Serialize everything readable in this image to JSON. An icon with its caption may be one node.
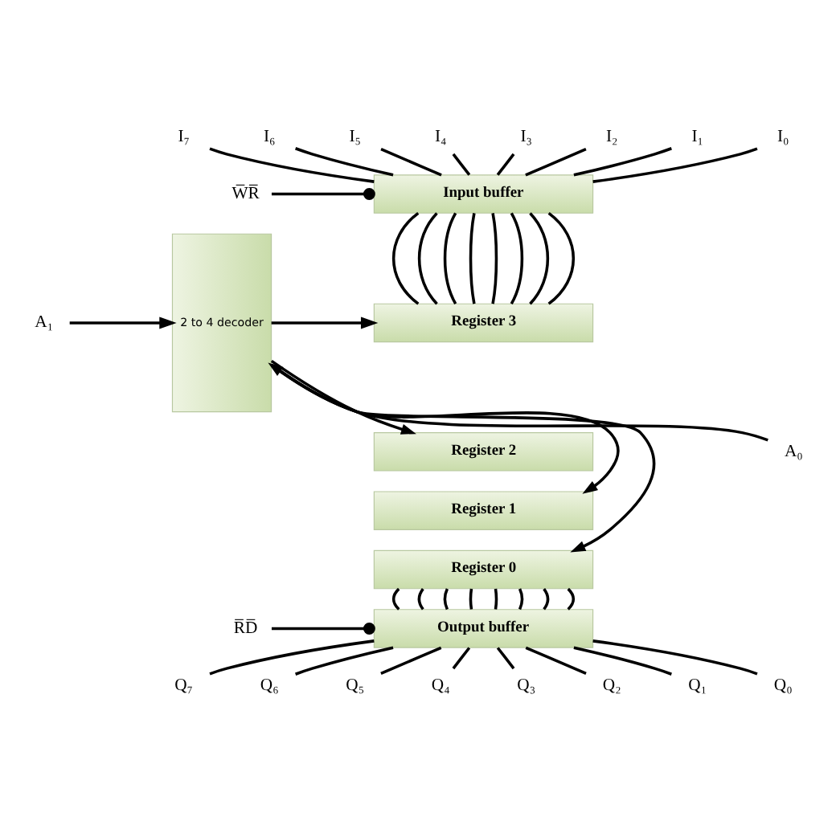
{
  "diagram": {
    "nodes": [
      {
        "text": [
          "I₇"
        ]
      },
      {
        "text": [
          "I₆"
        ]
      },
      {
        "text": [
          "I₅"
        ]
      },
      {
        "text": [
          "I₄"
        ]
      },
      {
        "text": [
          "I₃"
        ]
      },
      {
        "text": [
          "I₂"
        ]
      },
      {
        "text": [
          "I₁"
        ]
      },
      {
        "text": [
          "I₀"
        ]
      },
      {
        "text": [
          "W̅R̅"
        ]
      },
      {
        "text": [
          "Input buffer"
        ]
      },
      {
        "text": [
          "2 to 4 decoder"
        ]
      },
      {
        "text": [
          "Register 3"
        ]
      },
      {
        "text": [
          "Register 2"
        ]
      },
      {
        "text": [
          "Register 1"
        ]
      },
      {
        "text": [
          "Register 0"
        ]
      },
      {
        "text": [
          "A₁"
        ]
      },
      {
        "text": [
          "A₀"
        ]
      },
      {
        "text": [
          "R̅D̅"
        ]
      },
      {
        "text": [
          "Output buffer"
        ]
      },
      {
        "text": [
          "Q₇"
        ]
      },
      {
        "text": [
          "Q₆"
        ]
      },
      {
        "text": [
          "Q₅"
        ]
      },
      {
        "text": [
          "Q₄"
        ]
      },
      {
        "text": [
          "Q₃"
        ]
      },
      {
        "text": [
          "Q₂"
        ]
      },
      {
        "text": [
          "Q₁"
        ]
      },
      {
        "text": [
          "Q₀"
        ]
      }
    ],
    "edges": [
      {
        "from": 0,
        "to": 9,
        "arrow": "none"
      },
      {
        "from": 1,
        "to": 9,
        "arrow": "none"
      },
      {
        "from": 2,
        "to": 9,
        "arrow": "none"
      },
      {
        "from": 3,
        "to": 9,
        "arrow": "none"
      },
      {
        "from": 4,
        "to": 9,
        "arrow": "none"
      },
      {
        "from": 5,
        "to": 9,
        "arrow": "none"
      },
      {
        "from": 6,
        "to": 9,
        "arrow": "none"
      },
      {
        "from": 7,
        "to": 9,
        "arrow": "none"
      },
      {
        "from": 8,
        "to": 9,
        "arrow": "other"
      },
      {
        "from": 9,
        "to": 11,
        "arrow": "none"
      },
      {
        "from": 9,
        "to": 11,
        "arrow": "none"
      },
      {
        "from": 9,
        "to": 11,
        "arrow": "none"
      },
      {
        "from": 9,
        "to": 11,
        "arrow": "none"
      },
      {
        "from": 9,
        "to": 11,
        "arrow": "none"
      },
      {
        "from": 9,
        "to": 11,
        "arrow": "none"
      },
      {
        "from": 9,
        "to": 11,
        "arrow": "none"
      },
      {
        "from": 9,
        "to": 11,
        "arrow": "none"
      },
      {
        "from": 15,
        "to": 10,
        "arrow": "to"
      },
      {
        "from": 16,
        "to": 10,
        "arrow": "to"
      },
      {
        "from": 10,
        "to": 11,
        "arrow": "to"
      },
      {
        "from": 10,
        "to": 12,
        "arrow": "to"
      },
      {
        "from": 10,
        "to": 13,
        "arrow": "to"
      },
      {
        "from": 10,
        "to": 14,
        "arrow": "to"
      },
      {
        "from": 14,
        "to": 18,
        "arrow": "none"
      },
      {
        "from": 14,
        "to": 18,
        "arrow": "none"
      },
      {
        "from": 14,
        "to": 18,
        "arrow": "none"
      },
      {
        "from": 14,
        "to": 18,
        "arrow": "none"
      },
      {
        "from": 14,
        "to": 18,
        "arrow": "none"
      },
      {
        "from": 14,
        "to": 18,
        "arrow": "none"
      },
      {
        "from": 14,
        "to": 18,
        "arrow": "none"
      },
      {
        "from": 14,
        "to": 18,
        "arrow": "none"
      },
      {
        "from": 17,
        "to": 18,
        "arrow": "other"
      },
      {
        "from": 18,
        "to": 19,
        "arrow": "none"
      },
      {
        "from": 18,
        "to": 20,
        "arrow": "none"
      },
      {
        "from": 18,
        "to": 21,
        "arrow": "none"
      },
      {
        "from": 18,
        "to": 22,
        "arrow": "none"
      },
      {
        "from": 18,
        "to": 23,
        "arrow": "none"
      },
      {
        "from": 18,
        "to": 24,
        "arrow": "none"
      },
      {
        "from": 18,
        "to": 25,
        "arrow": "none"
      },
      {
        "from": 18,
        "to": 26,
        "arrow": "none"
      }
    ]
  }
}
